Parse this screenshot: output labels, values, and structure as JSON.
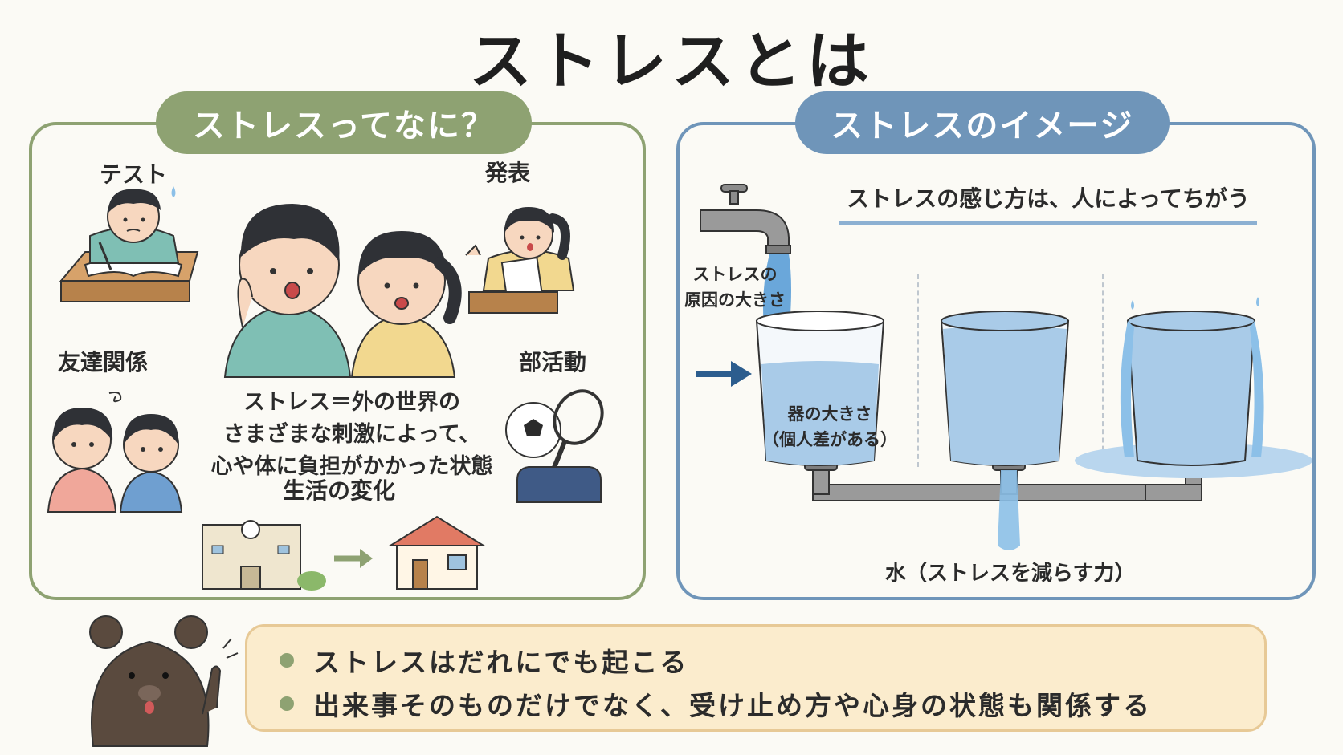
{
  "title": "ストレスとは",
  "left_panel": {
    "heading": "ストレスってなに？",
    "labels": {
      "test": "テスト",
      "presentation": "発表",
      "friends": "友達関係",
      "club": "部活動",
      "life_change": "生活の変化"
    },
    "definition": [
      "ストレス＝外の世界の",
      "さまざまな刺激によって、",
      "心や体に負担がかかった状態"
    ]
  },
  "right_panel": {
    "heading": "ストレスのイメージ",
    "subheading": "ストレスの感じ方は、人によってちがう",
    "cause_label": [
      "ストレスの",
      "原因の大きさ"
    ],
    "cup_label": [
      "器の大きさ",
      "（個人差がある）"
    ],
    "water_label": "水（ストレスを減らす力）"
  },
  "summary": {
    "points": [
      "ストレスはだれにでも起こる",
      "出来事そのものだけでなく、受け止め方や心身の状態も関係する"
    ]
  },
  "colors": {
    "green": "#8ea272",
    "blue": "#6f95b9",
    "water": "#a9cbe8",
    "summary_bg": "#fbeccd"
  }
}
